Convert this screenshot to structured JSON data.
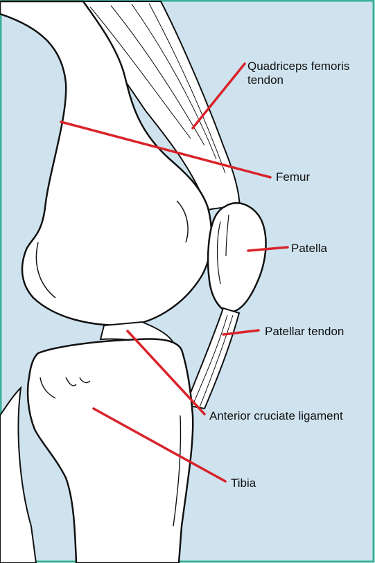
{
  "colors": {
    "background": "#cfe3ef",
    "frame": "#3bb09a",
    "leader": "#d9232a",
    "bone": "#ffffff",
    "outline": "#111111"
  },
  "labels": {
    "quadriceps_line1": "Quadriceps femoris",
    "quadriceps_line2": "tendon",
    "femur": "Femur",
    "patella": "Patella",
    "patellar_tendon": "Patellar tendon",
    "acl": "Anterior cruciate ligament",
    "tibia": "Tibia"
  }
}
